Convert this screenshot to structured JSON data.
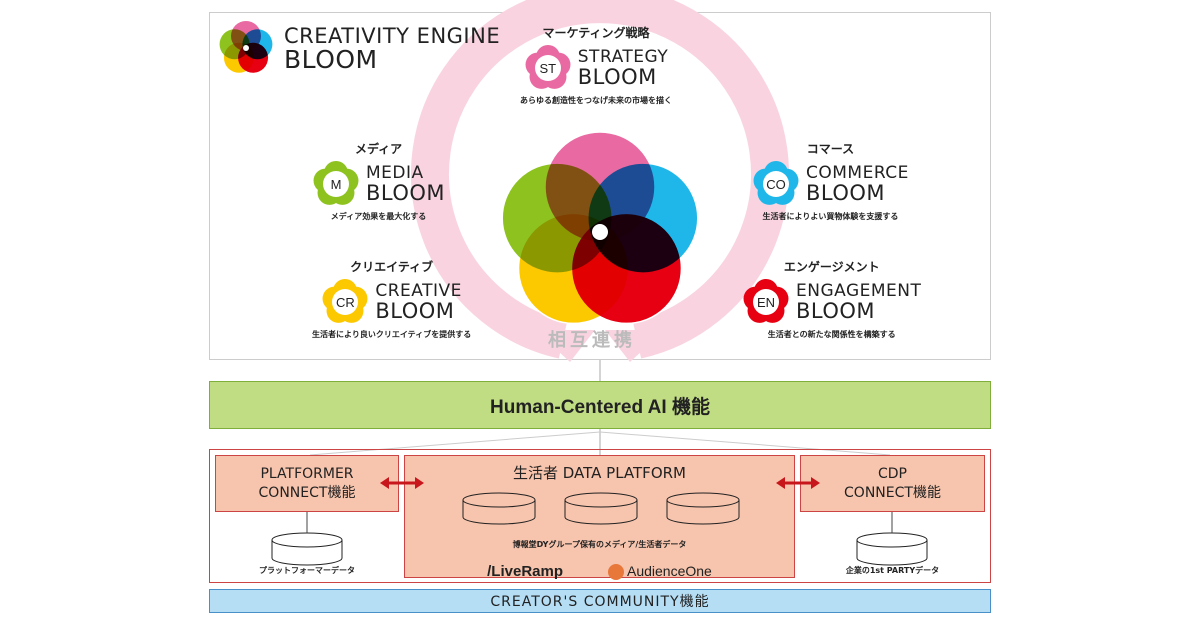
{
  "engine": {
    "line1": "CREATIVITY ENGINE",
    "line2": "BLOOM"
  },
  "modules": [
    {
      "jp": "マーケティング戦略",
      "abbr": "ST",
      "name": "STRATEGY",
      "bloom": "BLOOM",
      "desc": "あらゆる創造性をつなげ未来の市場を描く",
      "color": "#e96aa2"
    },
    {
      "jp": "メディア",
      "abbr": "M",
      "name": "MEDIA",
      "bloom": "BLOOM",
      "desc": "メディア効果を最大化する",
      "color": "#8dc21f"
    },
    {
      "jp": "コマース",
      "abbr": "CO",
      "name": "COMMERCE",
      "bloom": "BLOOM",
      "desc": "生活者によりよい買物体験を支援する",
      "color": "#1fb7ea"
    },
    {
      "jp": "クリエイティブ",
      "abbr": "CR",
      "name": "CREATIVE",
      "bloom": "BLOOM",
      "desc": "生活者により良いクリエイティブを提供する",
      "color": "#fcc800"
    },
    {
      "jp": "エンゲージメント",
      "abbr": "EN",
      "name": "ENGAGEMENT",
      "bloom": "BLOOM",
      "desc": "生活者との新たな関係性を構築する",
      "color": "#e60012"
    }
  ],
  "center_label": "相互連携",
  "ai": "Human-Centered AI 機能",
  "platformer": {
    "line1": "PLATFORMER",
    "line2": "CONNECT機能",
    "db": "プラットフォーマーデータ"
  },
  "data_platform": {
    "title": "生活者 DATA PLATFORM",
    "caption": "博報堂DYグループ保有のメディア/生活者データ",
    "logo1": "/LiveRamp",
    "logo2": "AudienceOne"
  },
  "cdp": {
    "line1": "CDP",
    "line2": "CONNECT機能",
    "db": "企業の1st PARTYデータ"
  },
  "community": "CREATOR'S COMMUNITY機能"
}
